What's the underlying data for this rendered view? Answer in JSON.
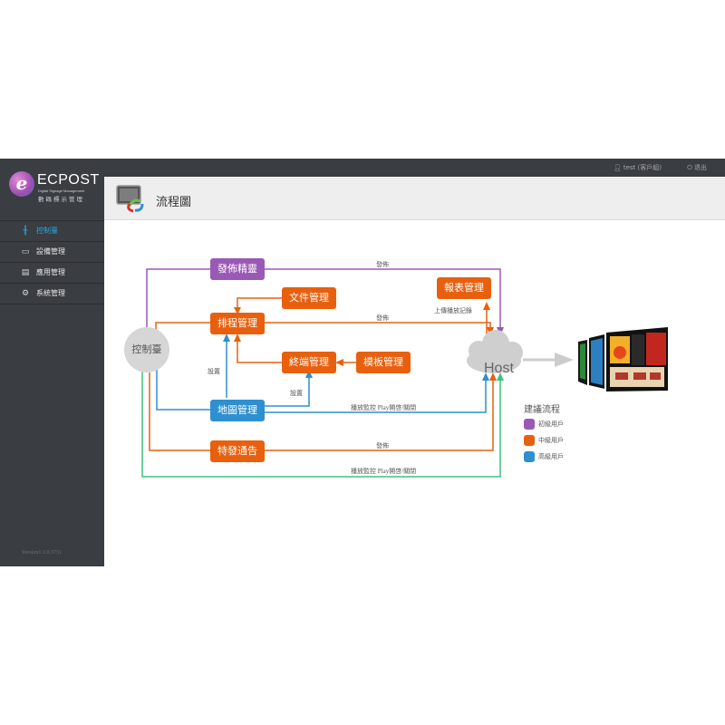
{
  "app": {
    "brand": "ECPOST",
    "brand_sub_en": "Digital Signage Management",
    "brand_sub_zh": "數碼標示管理",
    "version": "Version1.1.0.3731"
  },
  "sidebar": {
    "items": [
      {
        "label": "控制臺",
        "icon": "sliders-icon",
        "active": true
      },
      {
        "label": "設備管理",
        "icon": "monitor-icon",
        "active": false
      },
      {
        "label": "應用管理",
        "icon": "film-icon",
        "active": false
      },
      {
        "label": "系統管理",
        "icon": "gear-icon",
        "active": false
      }
    ]
  },
  "topbar": {
    "user": "test (客戶組)",
    "logout": "退出"
  },
  "header": {
    "title": "流程圖"
  },
  "diagram": {
    "nodes": {
      "publish_wizard": "發佈精靈",
      "file_mgmt": "文件管理",
      "schedule_mgmt": "排程管理",
      "terminal_mgmt": "終端管理",
      "template_mgmt": "模板管理",
      "report_mgmt": "報表管理",
      "map_mgmt": "地圖管理",
      "special_notice": "特發通告",
      "control_panel": "控制臺",
      "host": "Host"
    },
    "labels": {
      "publish_top": "發佈",
      "publish_mid": "發佈",
      "upload_log": "上傳播放記錄",
      "setup_left": "設置",
      "setup_right": "設置",
      "monitor_blue": "播放監控  Play開啓/關閉",
      "publish_bottom": "發佈",
      "monitor_green": "播放監控  Play開啓/關閉"
    },
    "colors": {
      "purple": "#9b59b6",
      "orange": "#e8600e",
      "blue": "#2e8fd1",
      "green": "#3cc47c",
      "gray": "#cccccc"
    }
  },
  "legend": {
    "title": "建議流程",
    "items": [
      {
        "label": "初級用戶",
        "color": "#9b59b6"
      },
      {
        "label": "中級用戶",
        "color": "#e8600e"
      },
      {
        "label": "高級用戶",
        "color": "#2e8fd1"
      }
    ]
  }
}
